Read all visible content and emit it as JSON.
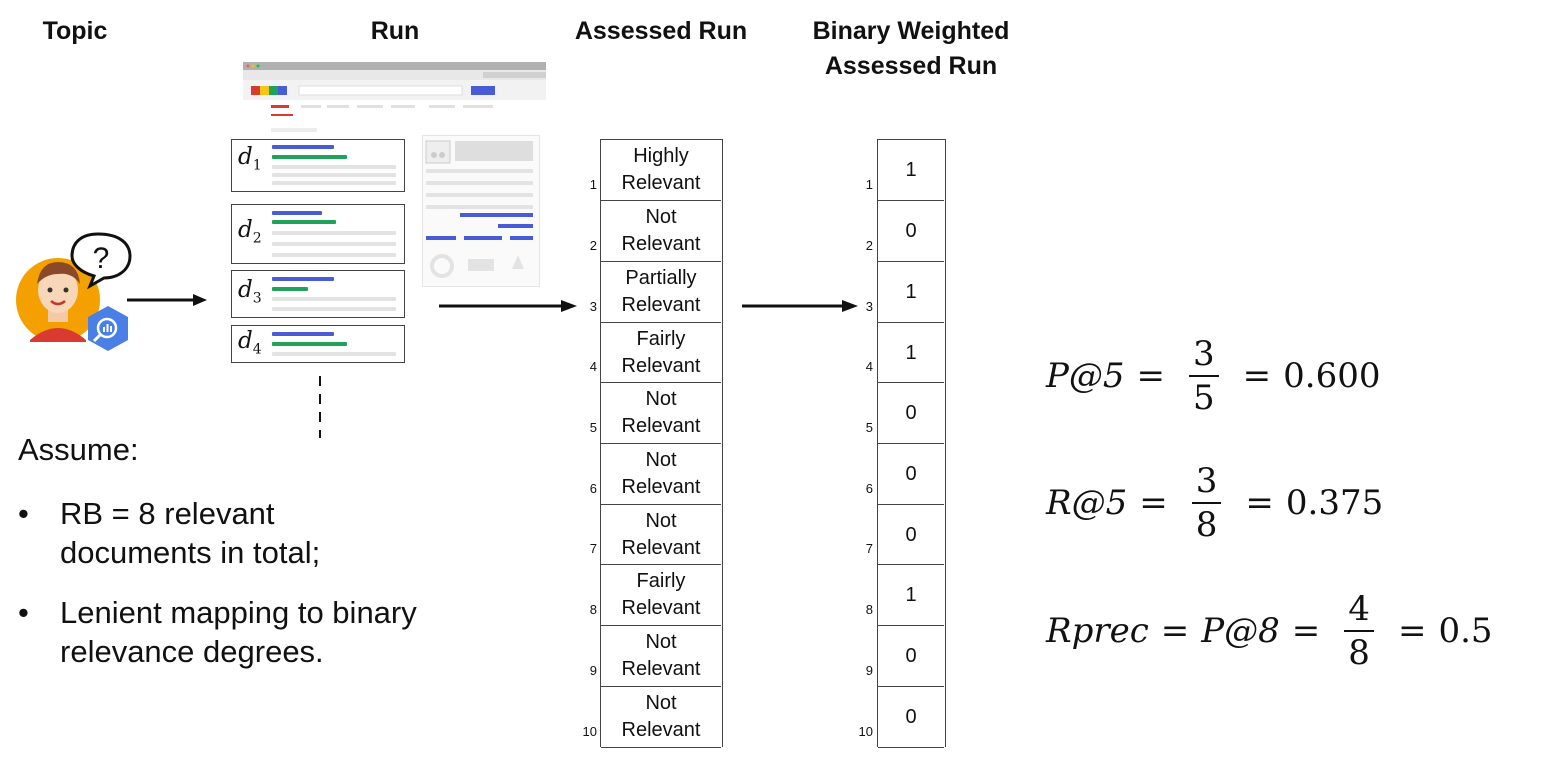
{
  "headers": {
    "topic": "Topic",
    "run": "Run",
    "assessed_run": "Assessed Run",
    "binary_line1": "Binary Weighted",
    "binary_line2": "Assessed Run"
  },
  "docs": [
    {
      "label": "d",
      "sub": "1"
    },
    {
      "label": "d",
      "sub": "2"
    },
    {
      "label": "d",
      "sub": "3"
    },
    {
      "label": "d",
      "sub": "4"
    }
  ],
  "topic_icon": {
    "question": "?",
    "user": "user-avatar-icon",
    "badge": "search-analytics-icon"
  },
  "assessed": [
    {
      "rank": "1",
      "line1": "Highly",
      "line2": "Relevant"
    },
    {
      "rank": "2",
      "line1": "Not",
      "line2": "Relevant"
    },
    {
      "rank": "3",
      "line1": "Partially",
      "line2": "Relevant"
    },
    {
      "rank": "4",
      "line1": "Fairly",
      "line2": "Relevant"
    },
    {
      "rank": "5",
      "line1": "Not",
      "line2": "Relevant"
    },
    {
      "rank": "6",
      "line1": "Not",
      "line2": "Relevant"
    },
    {
      "rank": "7",
      "line1": "Not",
      "line2": "Relevant"
    },
    {
      "rank": "8",
      "line1": "Fairly",
      "line2": "Relevant"
    },
    {
      "rank": "9",
      "line1": "Not",
      "line2": "Relevant"
    },
    {
      "rank": "10",
      "line1": "Not",
      "line2": "Relevant"
    }
  ],
  "binary": [
    {
      "rank": "1",
      "value": "1"
    },
    {
      "rank": "2",
      "value": "0"
    },
    {
      "rank": "3",
      "value": "1"
    },
    {
      "rank": "4",
      "value": "1"
    },
    {
      "rank": "5",
      "value": "0"
    },
    {
      "rank": "6",
      "value": "0"
    },
    {
      "rank": "7",
      "value": "0"
    },
    {
      "rank": "8",
      "value": "1"
    },
    {
      "rank": "9",
      "value": "0"
    },
    {
      "rank": "10",
      "value": "0"
    }
  ],
  "assume": {
    "title": "Assume:",
    "bullets": [
      {
        "line1": "RB = 8 relevant",
        "line2": "documents in total;"
      },
      {
        "line1": "Lenient mapping to binary",
        "line2": "relevance degrees."
      }
    ],
    "dot": "•"
  },
  "formulas": {
    "p5": {
      "lhs": "P@5",
      "num": "3",
      "den": "5",
      "result": "0.600"
    },
    "r5": {
      "lhs": "R@5",
      "num": "3",
      "den": "8",
      "result": "0.375"
    },
    "rprec": {
      "lhs": "Rprec",
      "mid": "P@8",
      "num": "4",
      "den": "8",
      "result": "0.5"
    },
    "eq": "="
  },
  "colors": {
    "blue": "#4a5bd6",
    "green": "#1fa35a",
    "gray": "#e3e3e3",
    "orange": "#f4a100",
    "gcp_blue": "#4a7fe6",
    "red": "#d93b30",
    "yellow": "#f5c518"
  }
}
